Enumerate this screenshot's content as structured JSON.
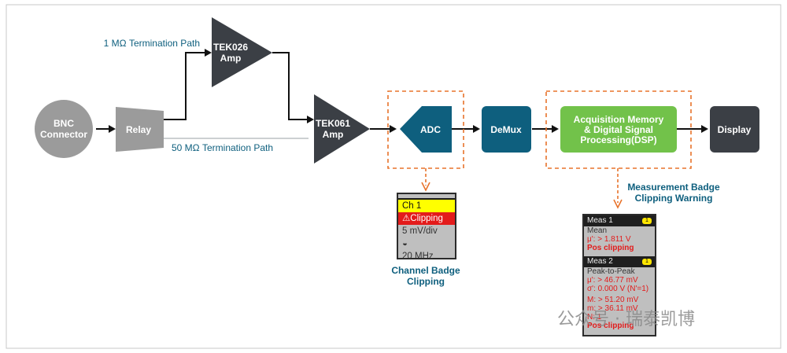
{
  "blocks": {
    "bnc": [
      "BNC",
      "Connector"
    ],
    "relay": "Relay",
    "amp1": [
      "TEK026",
      "Amp"
    ],
    "amp2": [
      "TEK061",
      "Amp"
    ],
    "adc": "ADC",
    "demux": "DeMux",
    "acq": [
      "Acquisition Memory",
      "& Digital Signal",
      "Processing(DSP)"
    ],
    "display": "Display"
  },
  "paths": {
    "term1": "1 MΩ Termination Path",
    "term50": "50 MΩ Termination Path"
  },
  "captions": {
    "channel": [
      "Channel Badge",
      "Clipping"
    ],
    "measurement": [
      "Measurement Badge",
      "Clipping Warning"
    ]
  },
  "channel_badge": {
    "title": "Ch 1",
    "warning": "⚠Clipping",
    "scale": "5 mV/div",
    "bandwidth": "20 MHz"
  },
  "measurement_badge": {
    "m1_header": "Meas 1",
    "m1_chip": "1",
    "m1_name": "Mean",
    "m1_value": "μ': > 1.811 V",
    "m1_status": "Pos clipping",
    "m2_header": "Meas 2",
    "m2_chip": "1",
    "m2_name": "Peak-to-Peak",
    "m2_mean": "μ': > 46.77 mV",
    "m2_sigma": "σ': 0.000 V (N'=1)",
    "m2_max": "M: > 51.20 mV",
    "m2_min": "m: > 36.11 mV",
    "m2_n": "N: 1",
    "m2_status": "Pos clipping"
  },
  "watermark": "公众号 · 瑞泰凯博",
  "colors": {
    "gray_block": "#9b9b9b",
    "dark_block": "#3b3f45",
    "teal_block": "#0e5f7e",
    "green_block": "#72c24a",
    "dash": "#e8732b",
    "path_text": "#0e5f7e",
    "clip_red": "#e31b1b",
    "badge_yellow": "#ffff00"
  }
}
